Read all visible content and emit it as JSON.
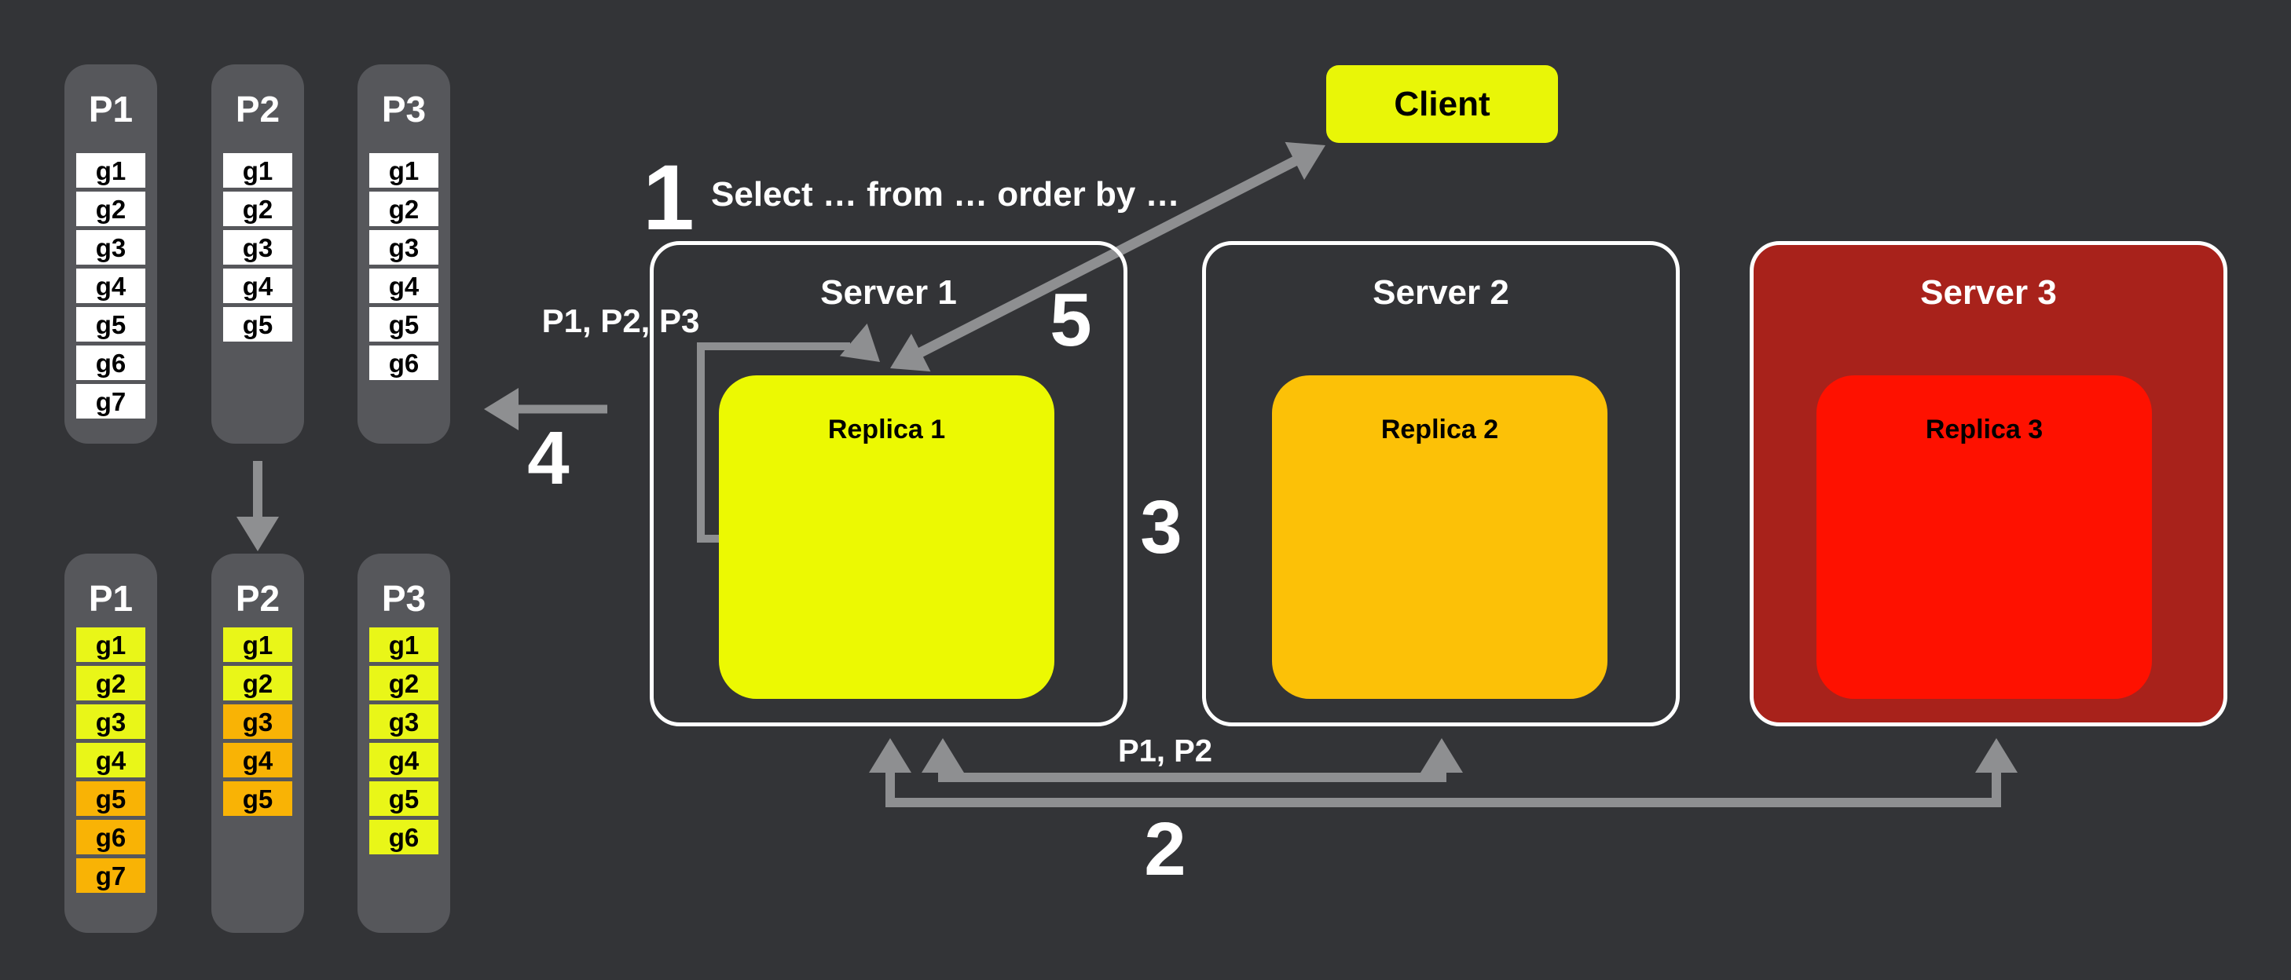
{
  "palette": {
    "background": "#333437",
    "column_bg": "#56575b",
    "cell_white": "#ffffff",
    "cell_yellow": "#e9f618",
    "cell_orange": "#f9b305",
    "client_yellow": "#e9f607",
    "replica1_yellow": "#ecf902",
    "replica2_orange": "#fcc107",
    "replica3_red": "#fe1100",
    "server3_red": "#a8221b",
    "arrow_gray": "#8e8f91",
    "border_white": "#ffffff",
    "text_light": "#ffffff",
    "text_dark": "#000000"
  },
  "client": {
    "label": "Client"
  },
  "steps": {
    "s1": "1",
    "s2": "2",
    "s3": "3",
    "s4": "4",
    "s5": "5"
  },
  "annotations": {
    "query": "Select … from … order by …",
    "partitions_to_merge": "P1, P2, P3",
    "partitions_requested": "P1, P2"
  },
  "servers": [
    {
      "label": "Server 1",
      "replica": "Replica 1"
    },
    {
      "label": "Server 2",
      "replica": "Replica 2"
    },
    {
      "label": "Server 3",
      "replica": "Replica 3"
    }
  ],
  "partition_groups": {
    "unsorted": [
      {
        "title": "P1",
        "cells": [
          {
            "label": "g1",
            "color": "white"
          },
          {
            "label": "g2",
            "color": "white"
          },
          {
            "label": "g3",
            "color": "white"
          },
          {
            "label": "g4",
            "color": "white"
          },
          {
            "label": "g5",
            "color": "white"
          },
          {
            "label": "g6",
            "color": "white"
          },
          {
            "label": "g7",
            "color": "white"
          }
        ]
      },
      {
        "title": "P2",
        "cells": [
          {
            "label": "g1",
            "color": "white"
          },
          {
            "label": "g2",
            "color": "white"
          },
          {
            "label": "g3",
            "color": "white"
          },
          {
            "label": "g4",
            "color": "white"
          },
          {
            "label": "g5",
            "color": "white"
          }
        ]
      },
      {
        "title": "P3",
        "cells": [
          {
            "label": "g1",
            "color": "white"
          },
          {
            "label": "g2",
            "color": "white"
          },
          {
            "label": "g3",
            "color": "white"
          },
          {
            "label": "g4",
            "color": "white"
          },
          {
            "label": "g5",
            "color": "white"
          },
          {
            "label": "g6",
            "color": "white"
          }
        ]
      }
    ],
    "sorted": [
      {
        "title": "P1",
        "cells": [
          {
            "label": "g1",
            "color": "yellow"
          },
          {
            "label": "g2",
            "color": "yellow"
          },
          {
            "label": "g3",
            "color": "yellow"
          },
          {
            "label": "g4",
            "color": "yellow"
          },
          {
            "label": "g5",
            "color": "orange"
          },
          {
            "label": "g6",
            "color": "orange"
          },
          {
            "label": "g7",
            "color": "orange"
          }
        ]
      },
      {
        "title": "P2",
        "cells": [
          {
            "label": "g1",
            "color": "yellow"
          },
          {
            "label": "g2",
            "color": "yellow"
          },
          {
            "label": "g3",
            "color": "orange"
          },
          {
            "label": "g4",
            "color": "orange"
          },
          {
            "label": "g5",
            "color": "orange"
          }
        ]
      },
      {
        "title": "P3",
        "cells": [
          {
            "label": "g1",
            "color": "yellow"
          },
          {
            "label": "g2",
            "color": "yellow"
          },
          {
            "label": "g3",
            "color": "yellow"
          },
          {
            "label": "g4",
            "color": "yellow"
          },
          {
            "label": "g5",
            "color": "yellow"
          },
          {
            "label": "g6",
            "color": "yellow"
          }
        ]
      }
    ]
  }
}
